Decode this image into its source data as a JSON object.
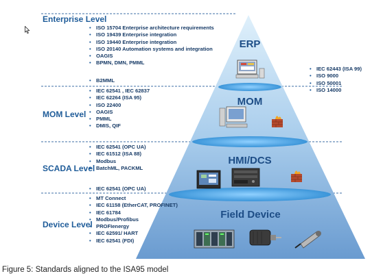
{
  "figure": {
    "caption": "Figure 5: Standards aligned to the ISA95 model"
  },
  "levels": [
    {
      "id": "enterprise",
      "title": "Enterprise Level",
      "standards": [
        "ISO 15704 Enterprise architecture requirements",
        "ISO 19439 Enterprise integration",
        "ISO 19440  Enterprise integration",
        "ISO 20140  Automation systems and integration",
        "OAGIS",
        "BPMN, DMN, PMML",
        "B2MML"
      ]
    },
    {
      "id": "mom",
      "title": "MOM Level",
      "standards": [
        "IEC 62541 , IEC 62837",
        "IEC 62264 (ISA 95)",
        "ISO 22400",
        "OAGIS",
        "PMML",
        "DMIS, QIF"
      ]
    },
    {
      "id": "scada",
      "title": "SCADA Level",
      "standards": [
        "IEC 62541 (OPC UA)",
        "IEC 61512 (ISA 88)",
        "Modbus",
        "BatchML, PACKML",
        "IEC 62541 (OPC UA)"
      ]
    },
    {
      "id": "device",
      "title": "Device Level",
      "standards": [
        "MT Connect",
        "IEC 61158 (EtherCAT, PROFINET)",
        "IEC 61784",
        "Modbus/Profibus",
        "PROFIenergy",
        "IEC 62591/ HART",
        "IEC 62541 (FDI)"
      ]
    }
  ],
  "cross_level_standards": [
    "IEC 62443 (ISA 99)",
    "ISO 9000",
    "ISO 50001",
    "ISO 14000"
  ],
  "pyramid": {
    "tiers": [
      "ERP",
      "MOM",
      "HMI/DCS",
      "Field Device"
    ],
    "colors": {
      "top": "#d9ecf8",
      "bottom": "#6f9fd3",
      "band": "#4ea8e6",
      "divider": "#3b6ea5",
      "title": "#1f5c99",
      "text": "#163a66"
    }
  },
  "icons": {
    "erp": "computer-workstation-icon",
    "mom": "desktop-computer-icon",
    "mom_firewall": "firewall-icon",
    "hmi": "hmi-panel-icon",
    "dcs": "industrial-pc-icon",
    "hmi_firewall": "firewall-icon",
    "plc": "plc-rack-icon",
    "motor": "servo-motor-icon",
    "sensor": "proximity-sensor-icon"
  }
}
